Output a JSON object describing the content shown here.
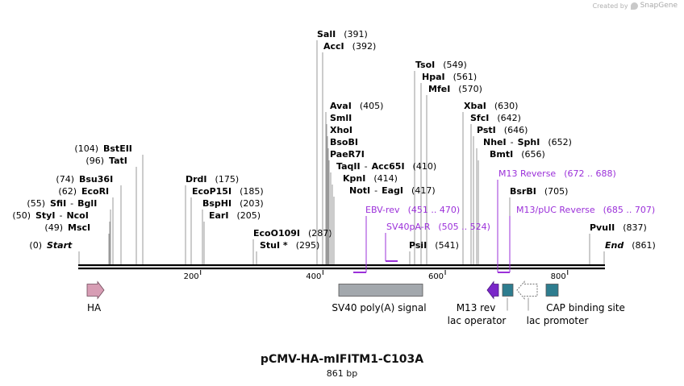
{
  "credit": {
    "prefix": "Created by",
    "brand": "SnapGene"
  },
  "plasmid": {
    "name": "pCMV-HA-mIFITM1-C103A",
    "length_label": "861 bp",
    "length": 861
  },
  "ruler": {
    "ticks": [
      "200",
      "400",
      "600",
      "800"
    ]
  },
  "sites": [
    {
      "name": "Start",
      "pos": "(0)",
      "bp": 0,
      "italic": true
    },
    {
      "name": "MscI",
      "pos": "(49)",
      "bp": 49
    },
    {
      "name": "StyI",
      "extra": "NcoI",
      "pos": "(50)",
      "bp": 50
    },
    {
      "name": "SfiI",
      "extra": "BglI",
      "pos": "(55)",
      "bp": 55
    },
    {
      "name": "EcoRI",
      "pos": "(62)",
      "bp": 62
    },
    {
      "name": "Bsu36I",
      "pos": "(74)",
      "bp": 74
    },
    {
      "name": "TatI",
      "pos": "(96)",
      "bp": 96
    },
    {
      "name": "BstEII",
      "pos": "(104)",
      "bp": 104
    },
    {
      "name": "DrdI",
      "pos": "(175)",
      "bp": 175
    },
    {
      "name": "EcoP15I",
      "pos": "(185)",
      "bp": 185
    },
    {
      "name": "BspHI",
      "pos": "(203)",
      "bp": 203
    },
    {
      "name": "EarI",
      "pos": "(205)",
      "bp": 205
    },
    {
      "name": "EcoO109I",
      "pos": "(287)",
      "bp": 287
    },
    {
      "name": "StuI *",
      "pos": "(295)",
      "bp": 295
    },
    {
      "name": "SalI",
      "pos": "(391)",
      "bp": 391
    },
    {
      "name": "AccI",
      "pos": "(392)",
      "bp": 392
    },
    {
      "name": "AvaI",
      "pos": "(405)",
      "bp": 405
    },
    {
      "name": "SmlI",
      "pos": "",
      "bp": 405
    },
    {
      "name": "XhoI",
      "pos": "",
      "bp": 405
    },
    {
      "name": "BsoBI",
      "pos": "",
      "bp": 405
    },
    {
      "name": "PaeR7I",
      "pos": "",
      "bp": 405
    },
    {
      "name": "TaqII",
      "extra": "Acc65I",
      "pos": "(410)",
      "bp": 410
    },
    {
      "name": "KpnI",
      "pos": "(414)",
      "bp": 414
    },
    {
      "name": "NotI",
      "extra": "EagI",
      "pos": "(417)",
      "bp": 417
    },
    {
      "name": "PsiI",
      "pos": "(541)",
      "bp": 541
    },
    {
      "name": "TsoI",
      "pos": "(549)",
      "bp": 549
    },
    {
      "name": "HpaI",
      "pos": "(561)",
      "bp": 561
    },
    {
      "name": "MfeI",
      "pos": "(570)",
      "bp": 570
    },
    {
      "name": "XbaI",
      "pos": "(630)",
      "bp": 630
    },
    {
      "name": "SfcI",
      "pos": "(642)",
      "bp": 642
    },
    {
      "name": "PstI",
      "pos": "(646)",
      "bp": 646
    },
    {
      "name": "NheI",
      "extra": "SphI",
      "pos": "(652)",
      "bp": 652
    },
    {
      "name": "BmtI",
      "pos": "(656)",
      "bp": 656
    },
    {
      "name": "BsrBI",
      "pos": "(705)",
      "bp": 705
    },
    {
      "name": "PvuII",
      "pos": "(837)",
      "bp": 837
    },
    {
      "name": "End",
      "pos": "(861)",
      "bp": 861,
      "italic": true
    }
  ],
  "primers": [
    {
      "name": "EBV-rev",
      "range": "(451 .. 470)",
      "start": 451,
      "end": 470,
      "dir": "rev"
    },
    {
      "name": "SV40pA-R",
      "range": "(505 .. 524)",
      "start": 505,
      "end": 524,
      "dir": "fwd"
    },
    {
      "name": "M13 Reverse",
      "range": "(672 .. 688)",
      "start": 672,
      "end": 688,
      "dir": "rev"
    },
    {
      "name": "M13/pUC Reverse",
      "range": "(685 .. 707)",
      "start": 685,
      "end": 707,
      "dir": "rev"
    }
  ],
  "features": [
    {
      "name": "HA",
      "start": 13,
      "end": 40,
      "shape": "arrow-right",
      "color": "#d79db4"
    },
    {
      "name": "SV40 poly(A) signal",
      "start": 433,
      "end": 568,
      "shape": "box",
      "color": "#a3a8ad"
    },
    {
      "name": "M13 rev",
      "start": 674,
      "end": 690,
      "shape": "arrow-left",
      "color": "#7a26c9"
    },
    {
      "name": "lac operator",
      "start": 698,
      "end": 714,
      "shape": "box",
      "color": "#2e7d8f"
    },
    {
      "name": "lac promoter",
      "start": 722,
      "end": 753,
      "shape": "arrow-left-hatched",
      "color": "#ffffff"
    },
    {
      "name": "CAP binding site",
      "start": 770,
      "end": 791,
      "shape": "box",
      "color": "#2e7d8f"
    }
  ],
  "colors": {
    "backbone": "#000000",
    "site_line": "#999999",
    "primer": "#9b30d9",
    "text": "#000000"
  }
}
